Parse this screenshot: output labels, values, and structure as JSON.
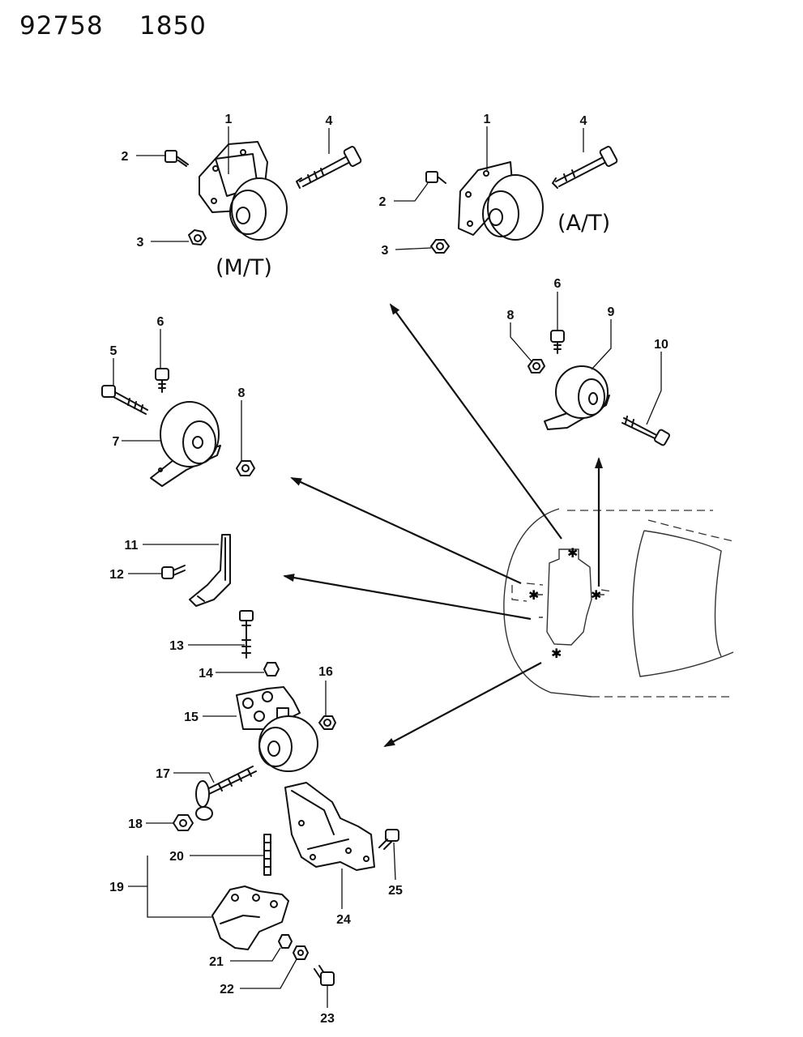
{
  "header": {
    "figure_number": "92758",
    "group_code": "1850"
  },
  "annotations": {
    "manual": "(M/T)",
    "automatic": "(A/T)"
  },
  "callouts": {
    "mt_1": "1",
    "mt_2": "2",
    "mt_3": "3",
    "mt_4": "4",
    "at_1": "1",
    "at_2": "2",
    "at_3": "3",
    "at_4": "4",
    "r_6": "6",
    "r_8": "8",
    "r_9": "9",
    "r_10": "10",
    "l_5": "5",
    "l_6": "6",
    "l_7": "7",
    "l_8": "8",
    "n11": "11",
    "n12": "12",
    "n13": "13",
    "n14": "14",
    "n15": "15",
    "n16": "16",
    "n17": "17",
    "n18": "18",
    "n19": "19",
    "n20": "20",
    "n21": "21",
    "n22": "22",
    "n23": "23",
    "n24": "24",
    "n25": "25"
  }
}
